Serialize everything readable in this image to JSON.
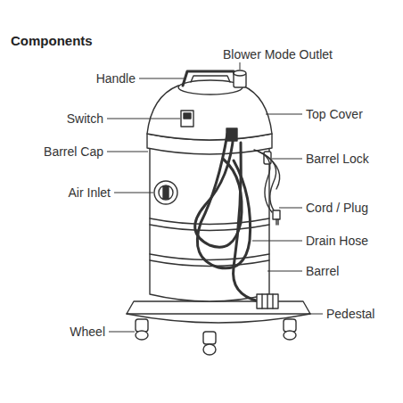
{
  "diagram": {
    "title": "Components",
    "labels": [
      "Blower Mode Outlet",
      "Handle",
      "Top Cover",
      "Switch",
      "Barrel Cap",
      "Barrel Lock",
      "Air Inlet",
      "Cord / Plug",
      "Drain Hose",
      "Barrel",
      "Wheel",
      "Pedestal"
    ]
  }
}
